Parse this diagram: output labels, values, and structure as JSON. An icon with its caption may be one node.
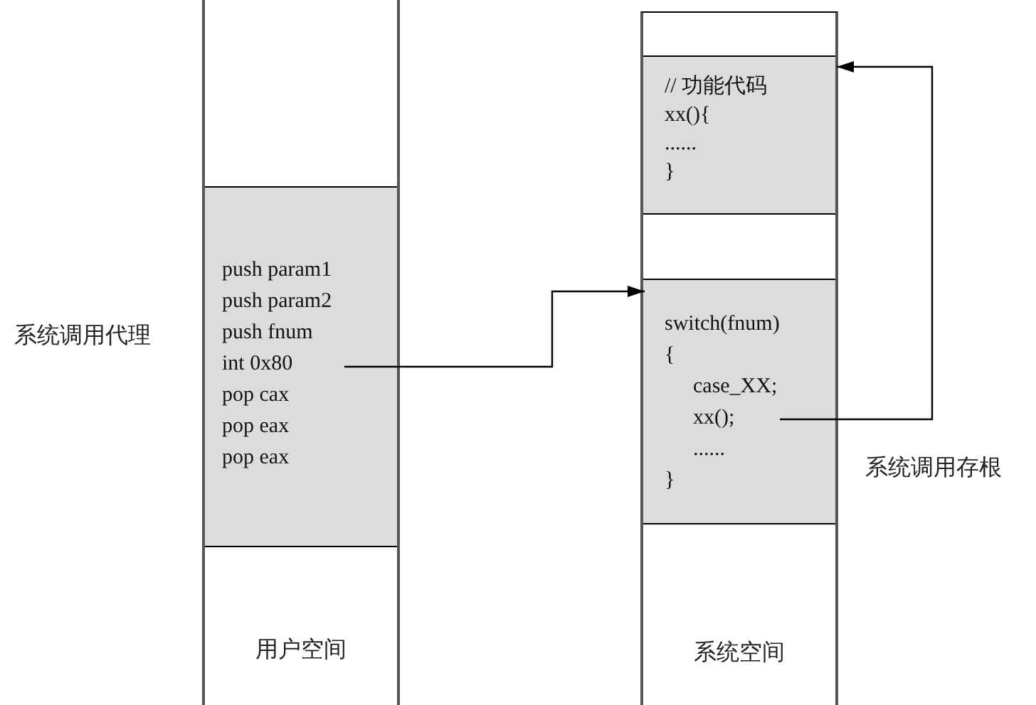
{
  "diagram": {
    "nodes": [
      {
        "text": [
          "用户空间"
        ]
      },
      {
        "text": [
          "push param1",
          "push param2",
          "push fnum",
          "int 0x80",
          "pop cax",
          "pop eax",
          "pop eax"
        ],
        "in": 0
      },
      {
        "text": [
          "系统空间"
        ]
      },
      {
        "text": [
          "// 功能代码",
          "xx(){",
          "......",
          "}"
        ],
        "in": 2
      },
      {
        "text": [
          "switch(fnum)",
          "{",
          "case_XX;",
          "xx();",
          "......",
          "}"
        ],
        "in": 2
      }
    ],
    "edges": [
      {
        "from": 1,
        "to": 4,
        "arrow": "to"
      },
      {
        "from": 4,
        "to": 3,
        "arrow": "to"
      }
    ],
    "labels": [
      "系统调用代理",
      "系统调用存根"
    ]
  }
}
